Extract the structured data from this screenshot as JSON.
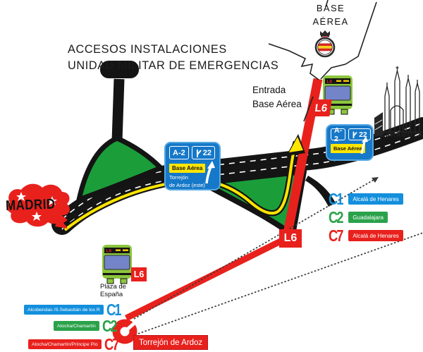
{
  "title": {
    "line1": "ACCESOS INSTALACIONES",
    "line2": "UNIDAD MILITAR DE EMERGENCIAS"
  },
  "top_right": {
    "base_line1": "BASE",
    "base_line2": "AÉREA"
  },
  "entrance": {
    "line1": "Entrada",
    "line2": "Base Aérea"
  },
  "cities": {
    "madrid": "MADRID",
    "zaragoza": "ZARAGOZA"
  },
  "bus_line": {
    "badge": "L6"
  },
  "signs": {
    "center": {
      "road": "A-2",
      "exit_number": "22",
      "destination": "Base Aérea",
      "sub_line1": "Torrejón",
      "sub_line2": "de Ardoz (este)"
    },
    "right": {
      "road": "A-2",
      "exit_number": "22",
      "destination": "Base Aérea"
    }
  },
  "rail_right": [
    {
      "line": "C1",
      "destination": "Alcalá de Henares",
      "color": "#138fdd"
    },
    {
      "line": "C2",
      "destination": "Guadalajara",
      "color": "#2aa24b"
    },
    {
      "line": "C7",
      "destination": "Alcalá de Henares",
      "color": "#e8211d"
    }
  ],
  "rail_left": [
    {
      "line": "C1",
      "origin": "Alcobendas /S.Sebastián de los R",
      "color": "#138fdd"
    },
    {
      "line": "C2",
      "origin": "Atocha/Chamartín",
      "color": "#2aa24b"
    },
    {
      "line": "C7",
      "origin": "Atocha/Chamartín/Príncipe Pío",
      "color": "#e8211d"
    }
  ],
  "stops": {
    "plaza_line1": "Plaza de",
    "plaza_line2": "España",
    "torrejon_station": "Torrejón de Ardoz"
  },
  "colors": {
    "route_red": "#e8211d",
    "map_green": "#1b9e3a",
    "sign_blue": "#1678c8",
    "panel_yellow": "#ffe600",
    "bus_green": "#8cc63e",
    "windshield_blue": "#7384c8"
  }
}
